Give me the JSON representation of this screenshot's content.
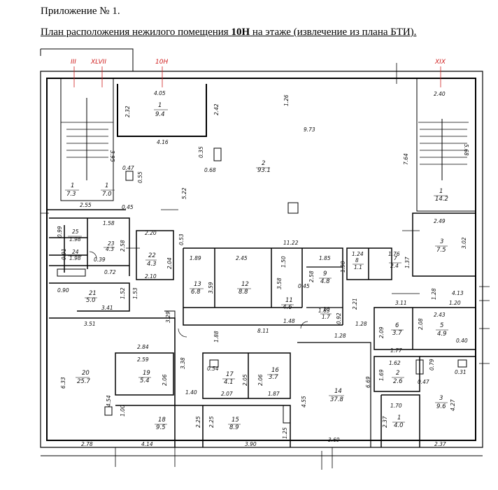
{
  "header": {
    "line1": "Приложение № 1.",
    "line2_pre": "План расположения нежилого помещения ",
    "line2_bold": "10Н",
    "line2_post": " на этаже (извлечение из плана БТИ)."
  },
  "axes": [
    "III",
    "XLVII",
    "10Н",
    "XIX"
  ],
  "rooms": [
    {
      "n": "1",
      "a": "9.4"
    },
    {
      "n": "2",
      "a": "93.1"
    },
    {
      "n": "1",
      "a": "7.3"
    },
    {
      "n": "1",
      "a": "7.0"
    },
    {
      "n": "1",
      "a": "14.2"
    },
    {
      "n": "25",
      "a": "1.98"
    },
    {
      "n": "23",
      "a": "4.3"
    },
    {
      "n": "24",
      "a": "1.98"
    },
    {
      "n": "22",
      "a": "4.3"
    },
    {
      "n": "21",
      "a": "5.0"
    },
    {
      "n": "13",
      "a": "6.8"
    },
    {
      "n": "12",
      "a": "8.8"
    },
    {
      "n": "11",
      "a": "4.6"
    },
    {
      "n": "9",
      "a": "4.8"
    },
    {
      "n": "10",
      "a": "1.7"
    },
    {
      "n": "8",
      "a": "1.1"
    },
    {
      "n": "7",
      "a": "2.4"
    },
    {
      "n": "3",
      "a": "7.5"
    },
    {
      "n": "20",
      "a": "25.7"
    },
    {
      "n": "19",
      "a": "5.4"
    },
    {
      "n": "17",
      "a": "4.1"
    },
    {
      "n": "16",
      "a": "3.7"
    },
    {
      "n": "6",
      "a": "3.7"
    },
    {
      "n": "5",
      "a": "4.9"
    },
    {
      "n": "2",
      "a": "2.6"
    },
    {
      "n": "14",
      "a": "37.8"
    },
    {
      "n": "18",
      "a": "9.5"
    },
    {
      "n": "15",
      "a": "8.9"
    },
    {
      "n": "3",
      "a": "9.6"
    },
    {
      "n": "1",
      "a": "4.0"
    }
  ],
  "dims": [
    "4.05",
    "2.32",
    "2.42",
    "1.26",
    "2.40",
    "4.16",
    "9.73",
    "3.95",
    "0.35",
    "0.68",
    "0.47",
    "0.55",
    "7.64",
    "5.68",
    "5.22",
    "2.55",
    "0.45",
    "1.58",
    "0.99",
    "2.58",
    "0.91",
    "0.39",
    "0.72",
    "2.20",
    "0.53",
    "2.04",
    "2.10",
    "1.89",
    "2.45",
    "11.22",
    "1.50",
    "1.85",
    "1.24",
    "1.76",
    "1.37",
    "2.49",
    "3.02",
    "3.59",
    "3.58",
    "0.45",
    "2.58",
    "1.90",
    "1.52",
    "0.90",
    "3.41",
    "1.53",
    "3.51",
    "3.29",
    "1.48",
    "1.83",
    "0.92",
    "2.21",
    "1.28",
    "3.11",
    "1.28",
    "1.20",
    "4.13",
    "2.09",
    "2.08",
    "2.43",
    "0.40",
    "1.77",
    "8.11",
    "1.28",
    "1.88",
    "2.84",
    "2.59",
    "3.38",
    "0.54",
    "2.06",
    "1.62",
    "0.79",
    "2.05",
    "1.69",
    "0.47",
    "0.31",
    "6.33",
    "2.06",
    "2.07",
    "1.87",
    "6.69",
    "4.27",
    "4.54",
    "1.40",
    "4.55",
    "1.70",
    "1.00",
    "2.25",
    "2.25",
    "1.25",
    "2.37",
    "2.78",
    "4.14",
    "3.90",
    "3.69",
    "2.37"
  ]
}
